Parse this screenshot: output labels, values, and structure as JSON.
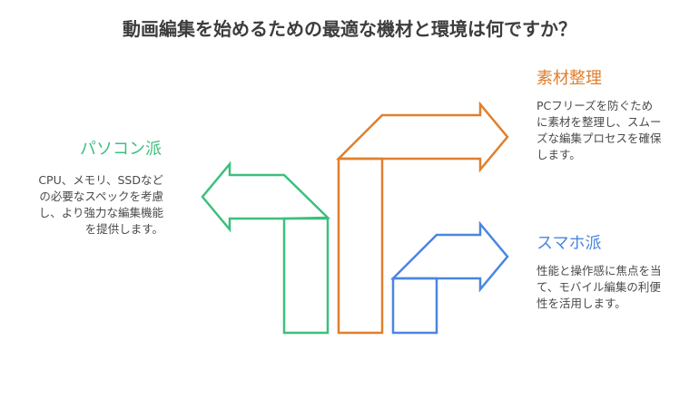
{
  "title": "動画編集を始めるための最適な機材と環境は何ですか？",
  "items": [
    {
      "heading": "パソコン派",
      "text": "CPU、メモリ、SSDなどの必要なスペックを考慮し、より強力な編集機能を提供します。",
      "color": "#3dbf7e"
    },
    {
      "heading": "素材整理",
      "text": "PCフリーズを防ぐために素材を整理し、スムーズな編集プロセスを確保します。",
      "color": "#e07f2c"
    },
    {
      "heading": "スマホ派",
      "text": "性能と操作感に焦点を当て、モバイル編集の利便性を活用します。",
      "color": "#4a86e0"
    }
  ]
}
